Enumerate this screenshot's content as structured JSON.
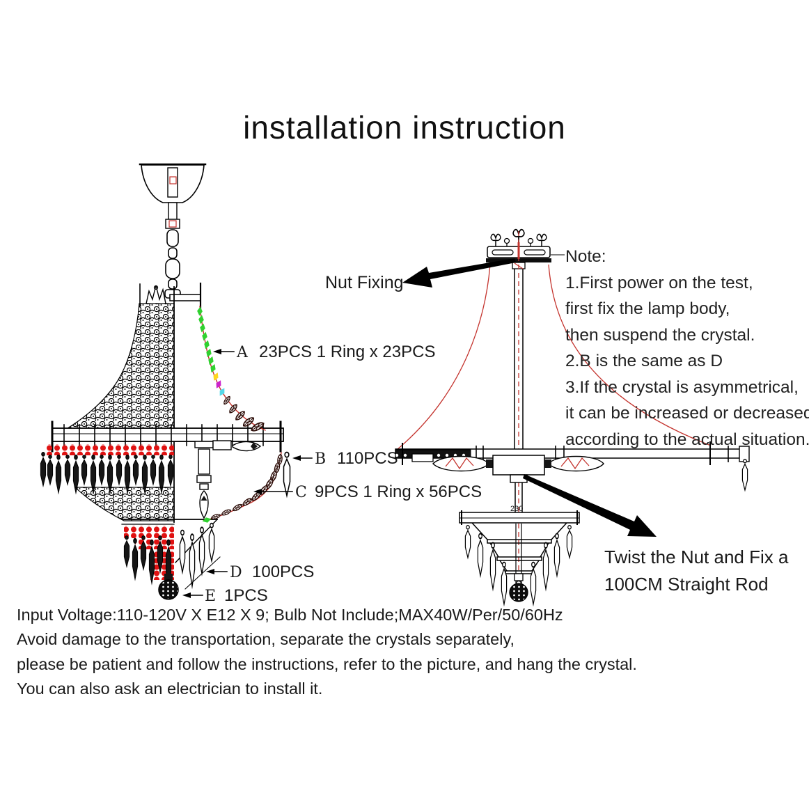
{
  "title": "installation instruction",
  "parts_labels": {
    "a": {
      "letter": "A",
      "text": "23PCS 1 Ring x 23PCS"
    },
    "b": {
      "letter": "B",
      "text": "110PCS"
    },
    "c": {
      "letter": "C",
      "text": "9PCS 1 Ring x 56PCS"
    },
    "d": {
      "letter": "D",
      "text": "100PCS"
    },
    "e": {
      "letter": "E",
      "text": "1PCS"
    }
  },
  "right_diagram": {
    "nut_fixing_label": "Nut Fixing",
    "rod_dimension": "230",
    "twist_lines": [
      "Twist the Nut and Fix a",
      "100CM Straight Rod"
    ]
  },
  "note": {
    "title": "Note:",
    "lines": [
      "1.First power on the test,",
      "first fix the lamp body,",
      "then suspend the crystal.",
      "2.B is the same as D",
      "3.If the crystal is asymmetrical,",
      "it can be increased or decreased",
      "according to the actual situation."
    ]
  },
  "footer": {
    "lines": [
      "Input Voltage:110-120V X E12 X 9; Bulb Not Include;MAX40W/Per/50/60Hz",
      "Avoid damage to the transportation, separate the crystals separately,",
      "please be patient and follow the instructions, refer to the picture, and hang the crystal.",
      "You can also ask an electrician to install it."
    ]
  },
  "colors": {
    "red": "#c4342e",
    "bead_red": "#e01212",
    "green": "#2fd12f",
    "yellow": "#ffd61f",
    "magenta": "#cc22cc",
    "cyan": "#55d8e8",
    "line": "#111111"
  }
}
